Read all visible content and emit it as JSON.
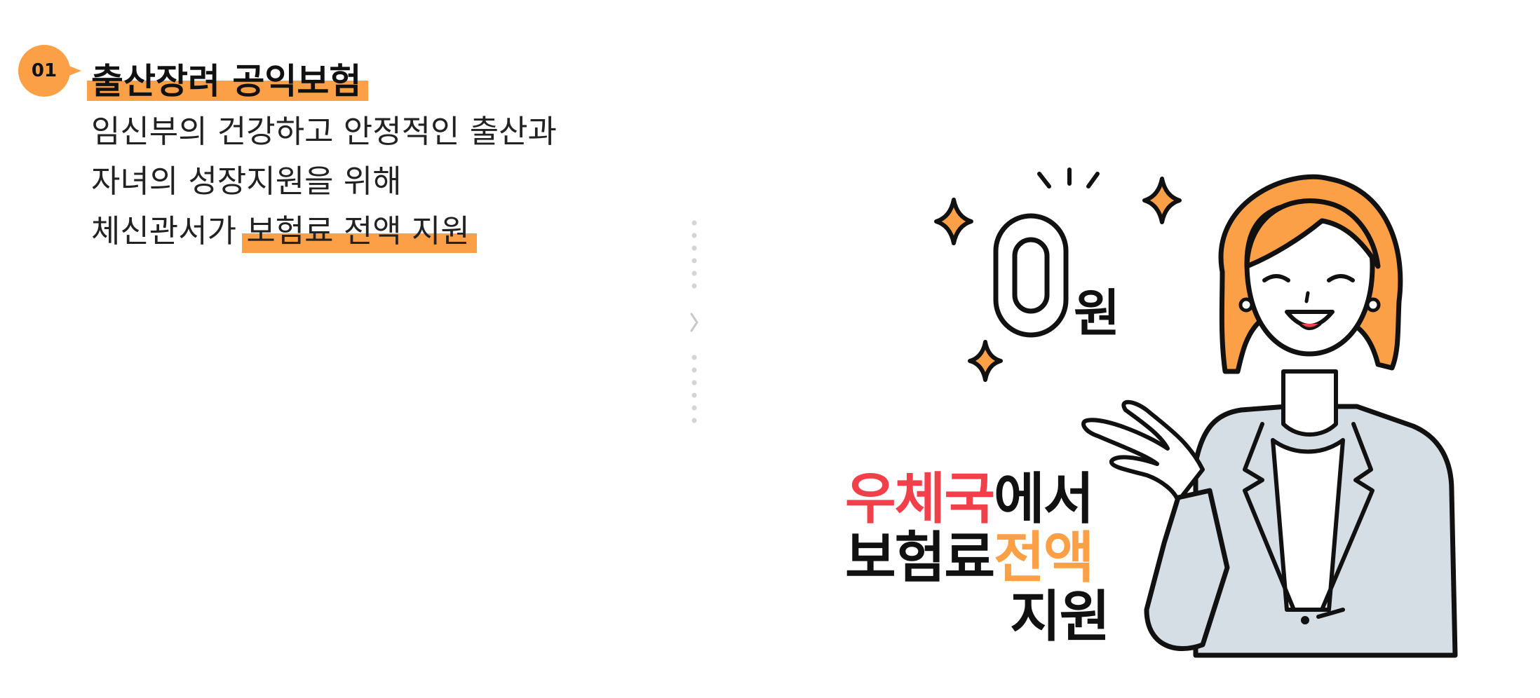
{
  "colors": {
    "accent": "#fca048",
    "red": "#f2404a",
    "orange": "#fca048",
    "ink": "#111111"
  },
  "badge": {
    "number": "01"
  },
  "title": "출산장려 공익보험",
  "description": {
    "line1": "임신부의 건강하고 안정적인 출산과",
    "line2": "자녀의 성장지원을 위해",
    "line3_prefix": "체신관서가 ",
    "line3_highlight": "보험료 전액 지원"
  },
  "illustration": {
    "amount_number": "0",
    "amount_unit": "원",
    "caption": {
      "l1_red": "우체국",
      "l1_black": "에서",
      "l2_black": "보험료",
      "l2_orange": "전액",
      "l3": "지원"
    }
  },
  "icons": {
    "divider": "chevron-right-icon",
    "sparkle": "sparkle-icon"
  }
}
